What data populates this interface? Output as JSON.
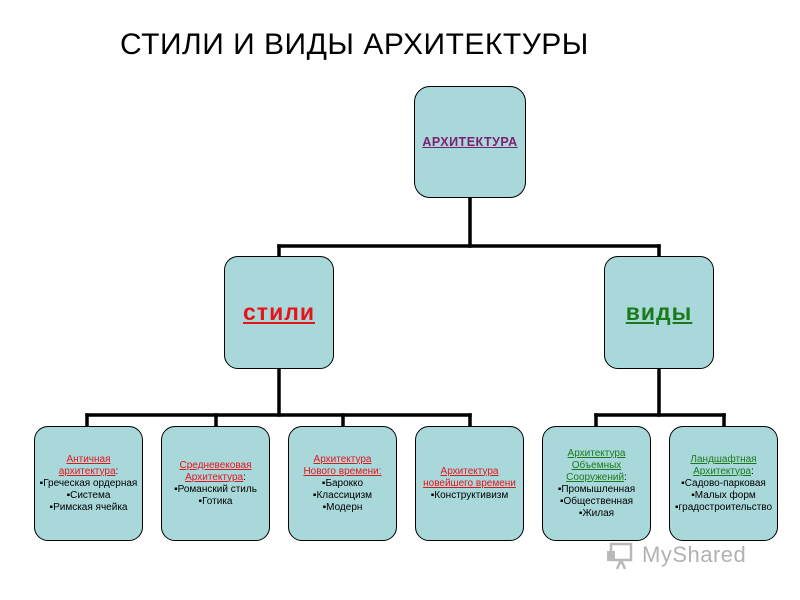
{
  "title": "СТИЛИ И ВИДЫ АРХИТЕКТУРЫ",
  "root": {
    "label": "АРХИТЕКТУРА"
  },
  "branches": [
    {
      "label": "стили",
      "color": "#e3151b"
    },
    {
      "label": "виды",
      "color": "#1a7a1a"
    }
  ],
  "leaves": [
    {
      "head": [
        "Античная",
        "архитектура"
      ],
      "suffix": ":",
      "items": [
        "Греческая ордерная",
        "Система",
        "Римская ячейка"
      ]
    },
    {
      "head": [
        "Средневековая",
        "Архитектура"
      ],
      "suffix": ":",
      "items": [
        "Романский стиль",
        "Готика"
      ]
    },
    {
      "head": [
        "Архитектура",
        "Нового времени:"
      ],
      "suffix": "",
      "items": [
        "Барокко",
        "Классицизм",
        "Модерн"
      ]
    },
    {
      "head": [
        "Архитектура",
        "новейшего времени"
      ],
      "suffix": "",
      "items": [
        "Конструктивизм"
      ]
    },
    {
      "head": [
        "Архитектура",
        "Объемных",
        "Сооружений"
      ],
      "suffix": ":",
      "items": [
        "Промышленная",
        "Общественная",
        "Жилая"
      ]
    },
    {
      "head": [
        "Ландшафтная",
        "Архитектура"
      ],
      "suffix": ":",
      "items": [
        "Садово-парковая",
        "Малых форм",
        "градостроительство"
      ]
    }
  ],
  "watermark": {
    "text": "MyShared",
    "icon": "presentation-board-icon"
  },
  "colors": {
    "box_fill": "#a9d8db",
    "connector": "#000000",
    "root_text": "#7b1f6e"
  }
}
